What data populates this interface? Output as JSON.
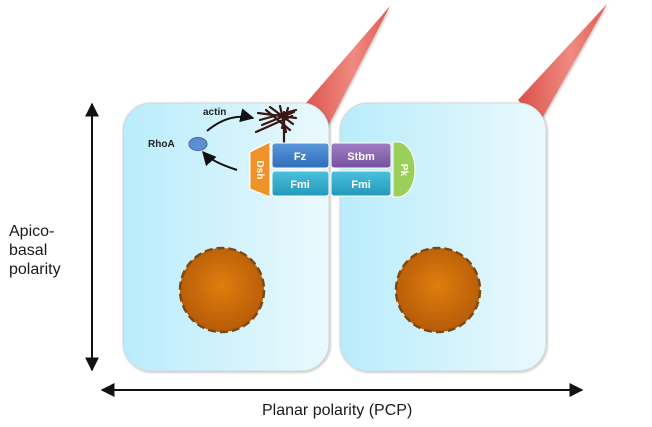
{
  "labels": {
    "apicobasal": [
      "Apico-",
      "basal",
      "polarity"
    ],
    "planar": "Planar polarity (PCP)",
    "actin": "actin",
    "rhoa": "RhoA"
  },
  "proteins": {
    "dsh": "Dsh",
    "fz": "Fz",
    "stbm": "Stbm",
    "fmi_left": "Fmi",
    "fmi_right": "Fmi",
    "pk": "Pk"
  },
  "colors": {
    "cell_fill_start": "#b9ecfb",
    "cell_fill_end": "#e9f8fd",
    "cilium": "#e8625c",
    "nucleus": "#c9680a",
    "dsh": "#f0922a",
    "fz": "#3d7fc8",
    "stbm": "#8a62b0",
    "fmi": "#2eaccb",
    "pk": "#9bcf5a",
    "rhoa": "#5b8fd0",
    "actin": "#3a1612"
  }
}
